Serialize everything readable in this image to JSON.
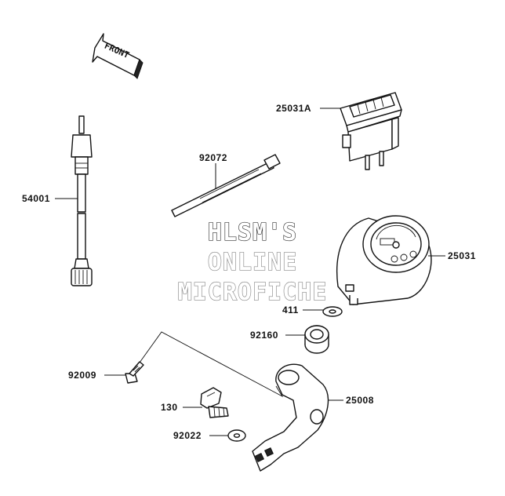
{
  "direction_marker": {
    "text": "FRONT"
  },
  "watermark": {
    "line1": "HLSM'S",
    "line2": "ONLINE",
    "line3": "MICROFICHE"
  },
  "parts": [
    {
      "number": "25031A",
      "item": "hour meter"
    },
    {
      "number": "92072",
      "item": "cable tie"
    },
    {
      "number": "54001",
      "item": "speedometer cable"
    },
    {
      "number": "25031",
      "item": "meter"
    },
    {
      "number": "411",
      "item": "washer"
    },
    {
      "number": "92160",
      "item": "grommet"
    },
    {
      "number": "92009",
      "item": "screw"
    },
    {
      "number": "25008",
      "item": "bracket"
    },
    {
      "number": "130",
      "item": "bolt"
    },
    {
      "number": "92022",
      "item": "washer"
    }
  ]
}
